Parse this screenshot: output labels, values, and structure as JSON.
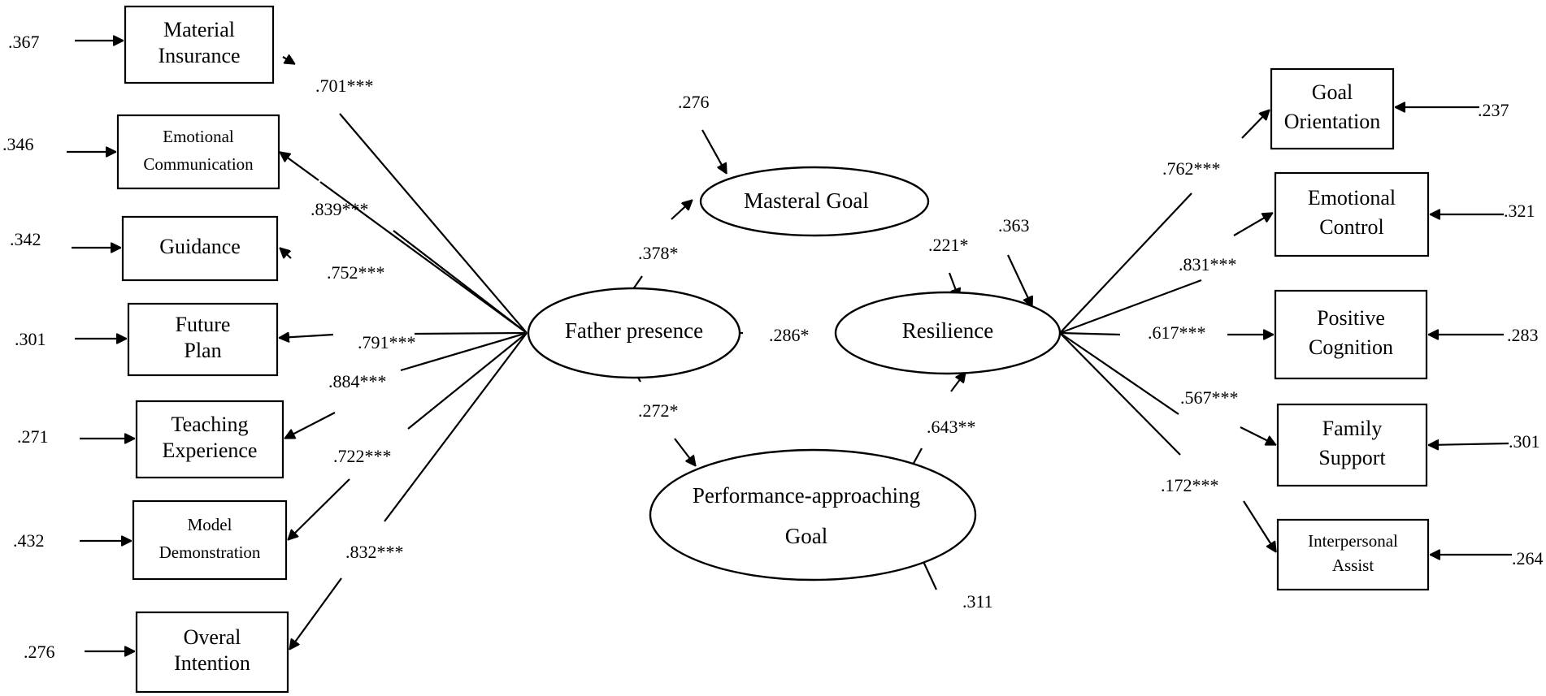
{
  "left_indicators": [
    {
      "id": "material-insurance",
      "lines": [
        "Material",
        "Insurance"
      ],
      "error": ".367",
      "loading": ".701***"
    },
    {
      "id": "emotional-communication",
      "lines": [
        "Emotional",
        "Communication"
      ],
      "error": ".346",
      "loading": ".839***"
    },
    {
      "id": "guidance",
      "lines": [
        "Guidance"
      ],
      "error": ".342",
      "loading": ".752***"
    },
    {
      "id": "future-plan",
      "lines": [
        "Future",
        "Plan"
      ],
      "error": ".301",
      "loading": ".791***"
    },
    {
      "id": "teaching-experience",
      "lines": [
        "Teaching",
        "Experience"
      ],
      "error": ".271",
      "loading": ".884***"
    },
    {
      "id": "model-demonstration",
      "lines": [
        "Model",
        "Demonstration"
      ],
      "error": ".432",
      "loading": ".722***"
    },
    {
      "id": "overal-intention",
      "lines": [
        "Overal",
        "Intention"
      ],
      "error": ".276",
      "loading": ".832***"
    }
  ],
  "right_indicators": [
    {
      "id": "goal-orientation",
      "lines": [
        "Goal",
        "Orientation"
      ],
      "error": ".237",
      "loading": ".762***"
    },
    {
      "id": "emotional-control",
      "lines": [
        "Emotional",
        "Control"
      ],
      "error": ".321",
      "loading": ".831***"
    },
    {
      "id": "positive-cognition",
      "lines": [
        "Positive",
        "Cognition"
      ],
      "error": ".283",
      "loading": ".617***"
    },
    {
      "id": "family-support",
      "lines": [
        "Family",
        "Support"
      ],
      "error": ".301",
      "loading": ".567***"
    },
    {
      "id": "interpersonal-assist",
      "lines": [
        "Interpersonal",
        "Assist"
      ],
      "error": ".264",
      "loading": ".172***"
    }
  ],
  "latents": {
    "father_presence": "Father presence",
    "masteral_goal": "Masteral Goal",
    "performance_goal": [
      "Performance-approaching",
      "Goal"
    ],
    "resilience": "Resilience"
  },
  "latent_errors": {
    "masteral_goal": ".276",
    "resilience": ".363",
    "performance_goal": ".311"
  },
  "paths": {
    "father_to_masteral": ".378*",
    "father_to_performance": ".272*",
    "father_to_resilience": ".286*",
    "masteral_to_resilience": ".221*",
    "performance_to_resilience": ".643**"
  }
}
